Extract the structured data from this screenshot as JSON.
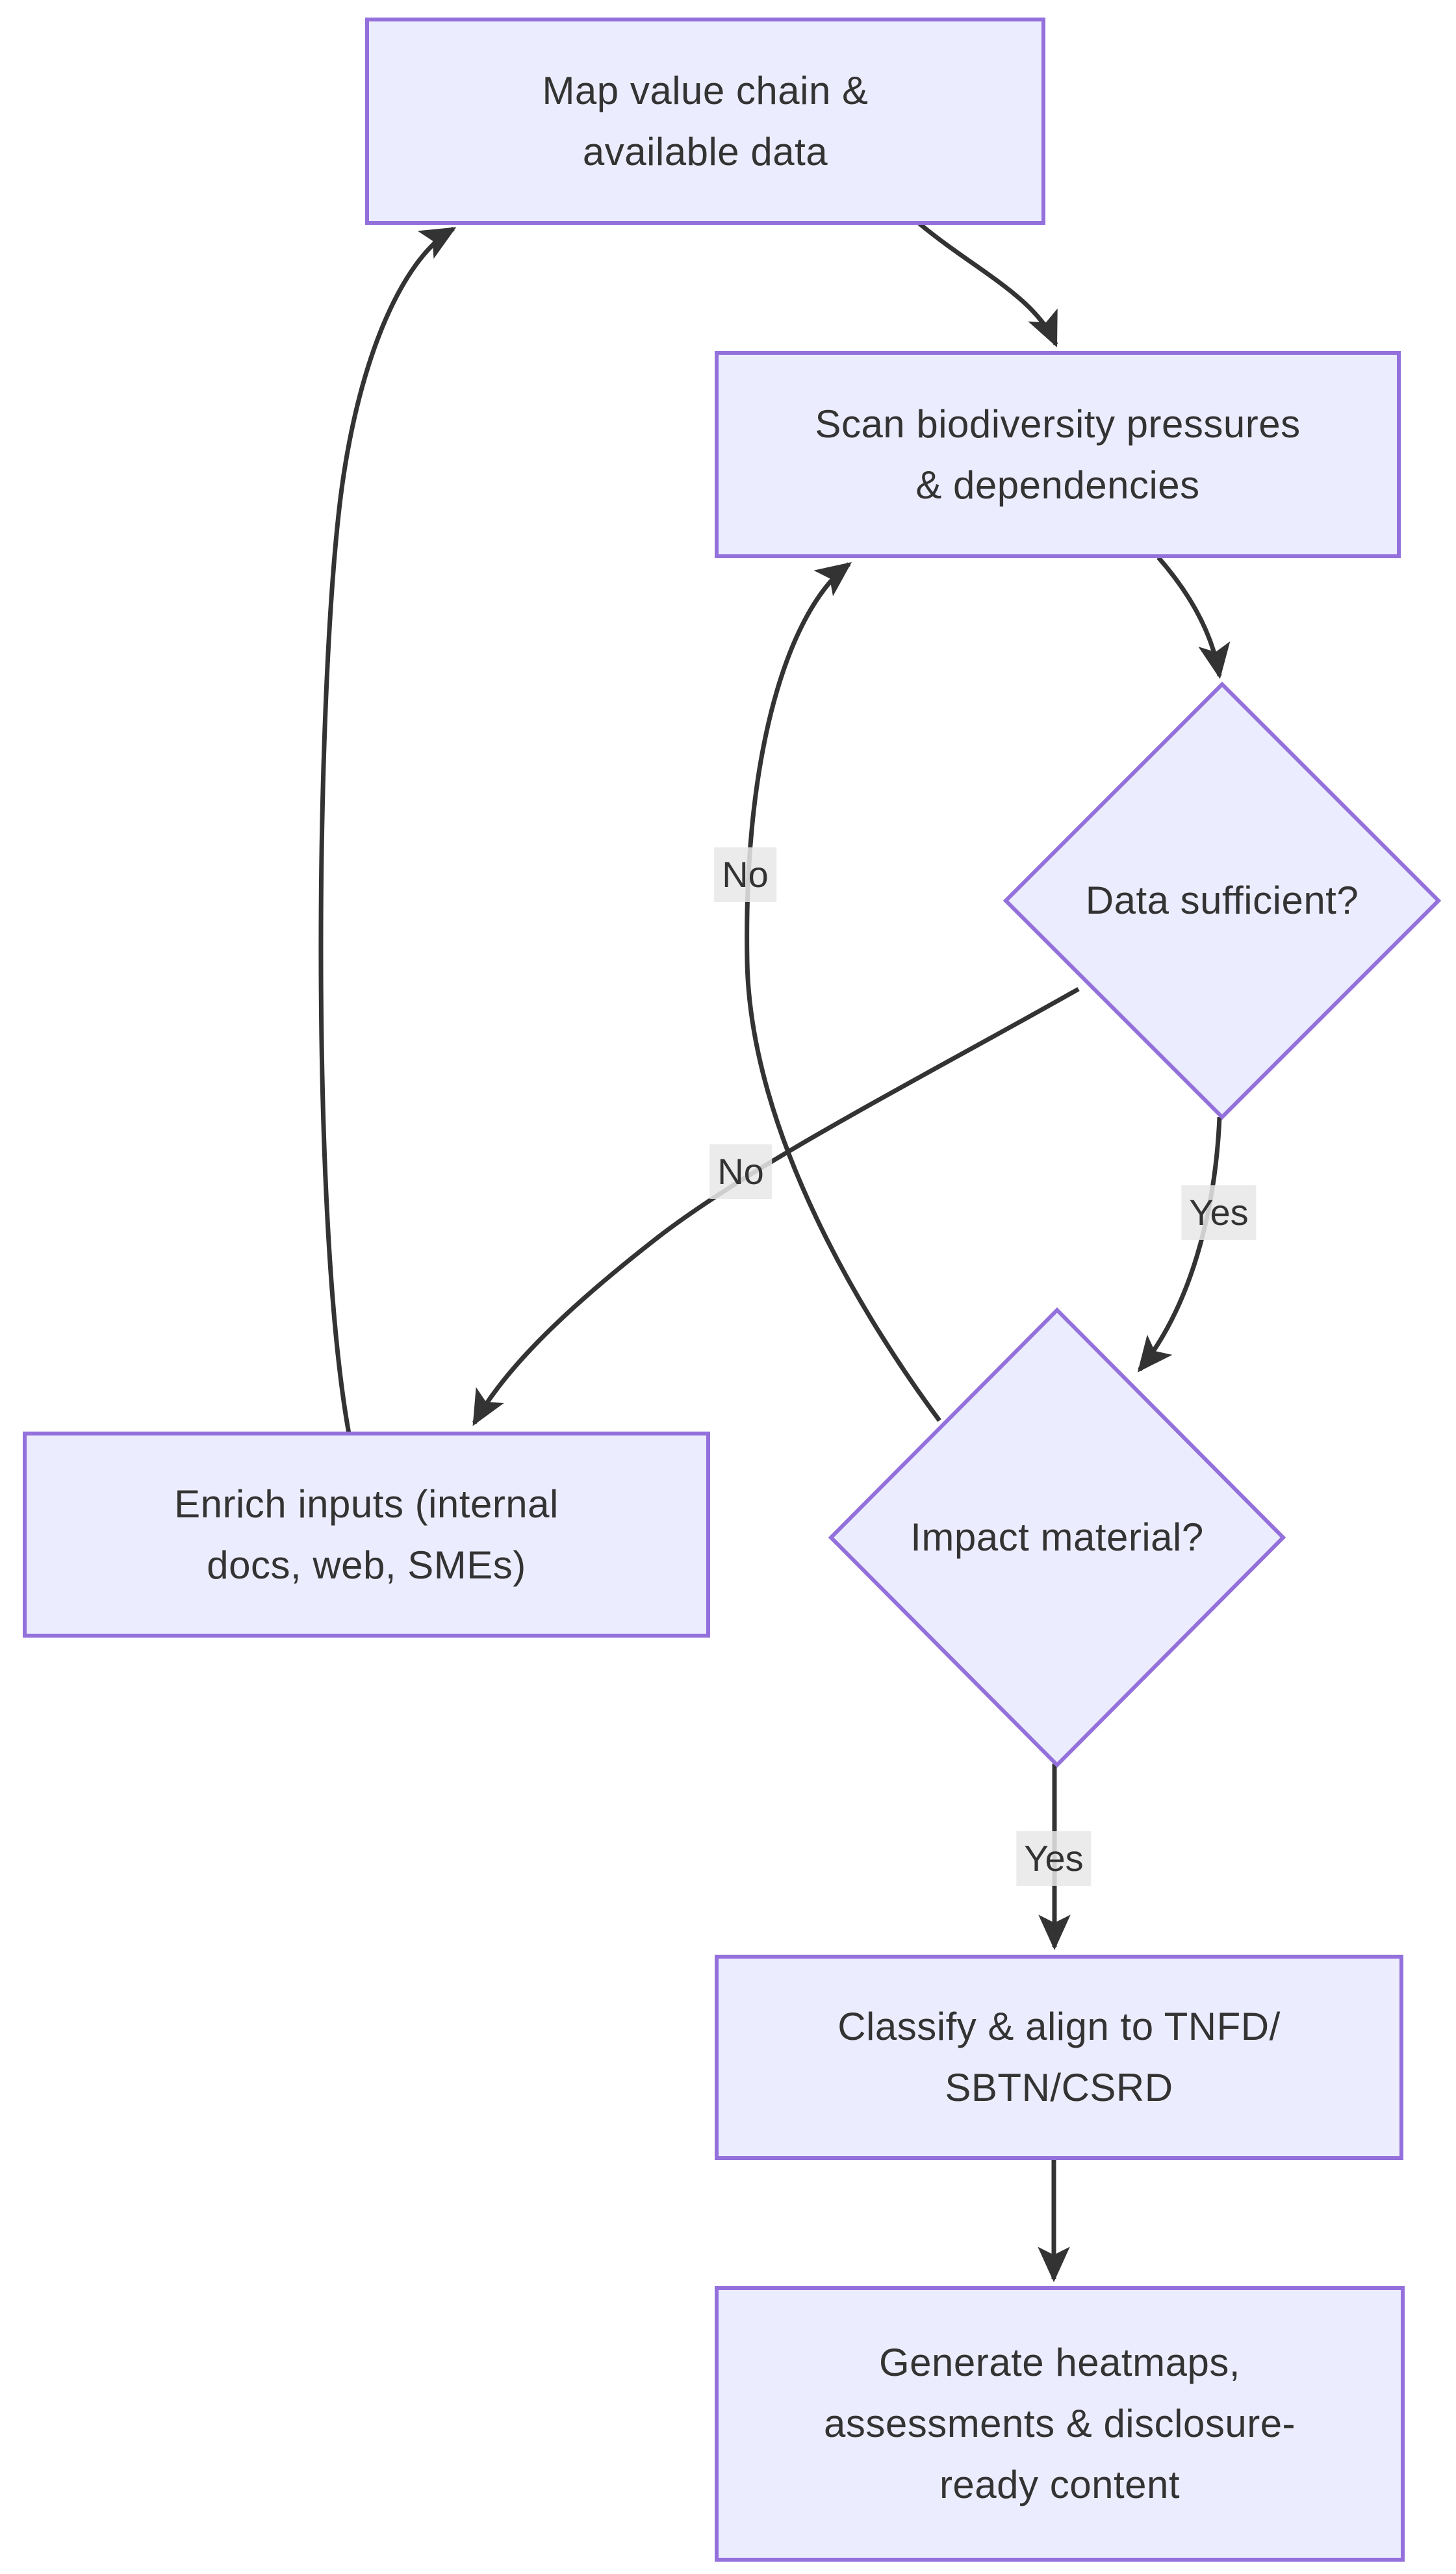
{
  "diagram": {
    "type": "flowchart",
    "direction": "top-down",
    "nodes": [
      {
        "id": "map_value_chain",
        "shape": "rectangle",
        "label": "Map value chain & available data",
        "label_lines": [
          "Map value chain &",
          "available data"
        ]
      },
      {
        "id": "scan_pressures",
        "shape": "rectangle",
        "label": "Scan biodiversity pressures & dependencies",
        "label_lines": [
          "Scan biodiversity pressures",
          "& dependencies"
        ]
      },
      {
        "id": "data_sufficient",
        "shape": "diamond",
        "label": "Data sufficient?",
        "label_lines": [
          "Data sufficient?"
        ]
      },
      {
        "id": "impact_material",
        "shape": "diamond",
        "label": "Impact material?",
        "label_lines": [
          "Impact material?"
        ]
      },
      {
        "id": "enrich_inputs",
        "shape": "rectangle",
        "label": "Enrich inputs (internal docs, web, SMEs)",
        "label_lines": [
          "Enrich inputs (internal",
          "docs, web, SMEs)"
        ]
      },
      {
        "id": "classify_align",
        "shape": "rectangle",
        "label": "Classify & align to TNFD/SBTN/CSRD",
        "label_lines": [
          "Classify & align to TNFD/",
          "SBTN/CSRD"
        ]
      },
      {
        "id": "generate_outputs",
        "shape": "rectangle",
        "label": "Generate heatmaps, assessments & disclosure-ready content",
        "label_lines": [
          "Generate heatmaps,",
          "assessments & disclosure-",
          "ready content"
        ]
      }
    ],
    "edges": [
      {
        "from": "map_value_chain",
        "to": "scan_pressures",
        "label": ""
      },
      {
        "from": "scan_pressures",
        "to": "data_sufficient",
        "label": ""
      },
      {
        "from": "data_sufficient",
        "to": "impact_material",
        "label": "Yes"
      },
      {
        "from": "data_sufficient",
        "to": "enrich_inputs",
        "label": "No"
      },
      {
        "from": "impact_material",
        "to": "scan_pressures",
        "label": "No"
      },
      {
        "from": "impact_material",
        "to": "classify_align",
        "label": "Yes"
      },
      {
        "from": "classify_align",
        "to": "generate_outputs",
        "label": ""
      },
      {
        "from": "enrich_inputs",
        "to": "map_value_chain",
        "label": ""
      }
    ]
  },
  "theme": {
    "node_fill": "#ECECFF",
    "node_border": "#9370DB",
    "edge_color": "#333333",
    "text_color": "#333333",
    "label_bg": "#E8E8E8",
    "background": "#FFFFFF"
  }
}
